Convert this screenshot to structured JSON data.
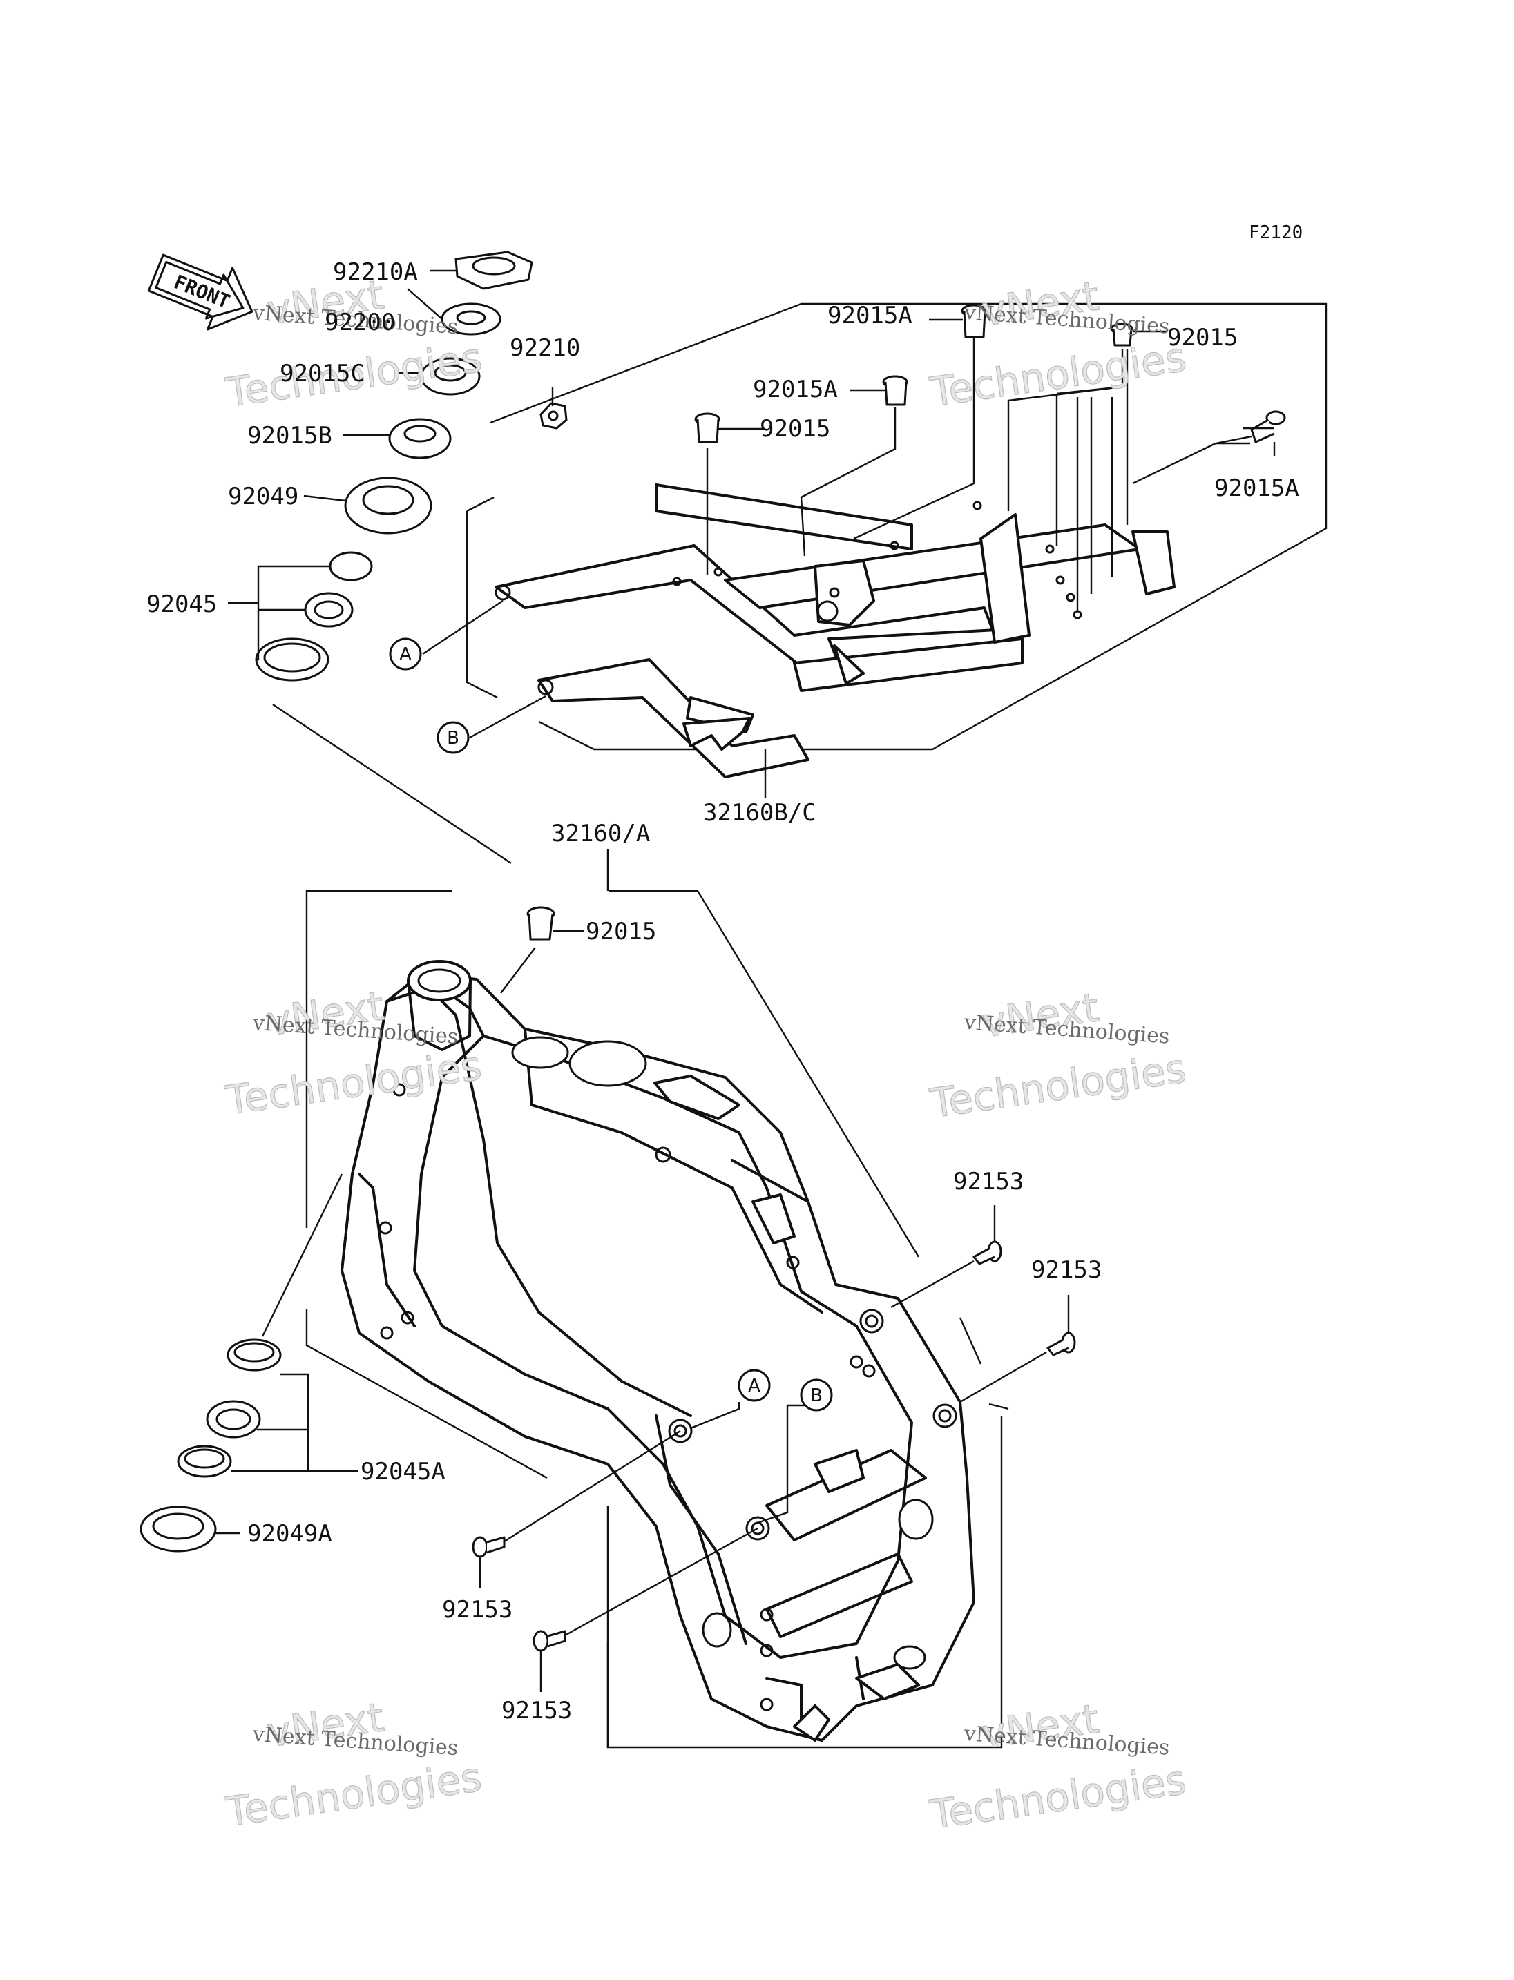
{
  "diagram_code": "F2120",
  "front_label": "FRONT",
  "watermark": {
    "line1": "vNext Technologies",
    "line2": "vNext",
    "line3": "Technologies"
  },
  "ref_markers": {
    "a": "A",
    "b": "B"
  },
  "parts": {
    "p92210A": "92210A",
    "p92200": "92200",
    "p92015C": "92015C",
    "p92015B": "92015B",
    "p92049": "92049",
    "p92045": "92045",
    "p92210": "92210",
    "p92015A_1": "92015A",
    "p92015A_2": "92015A",
    "p92015_top": "92015",
    "p92015_mid": "92015",
    "p92015A_3": "92015A",
    "p32160BC": "32160B/C",
    "p32160A": "32160/A",
    "p92015_frame": "92015",
    "p92153_r1": "92153",
    "p92153_r2": "92153",
    "p92045A": "92045A",
    "p92049A": "92049A",
    "p92153_l1": "92153",
    "p92153_l2": "92153"
  }
}
